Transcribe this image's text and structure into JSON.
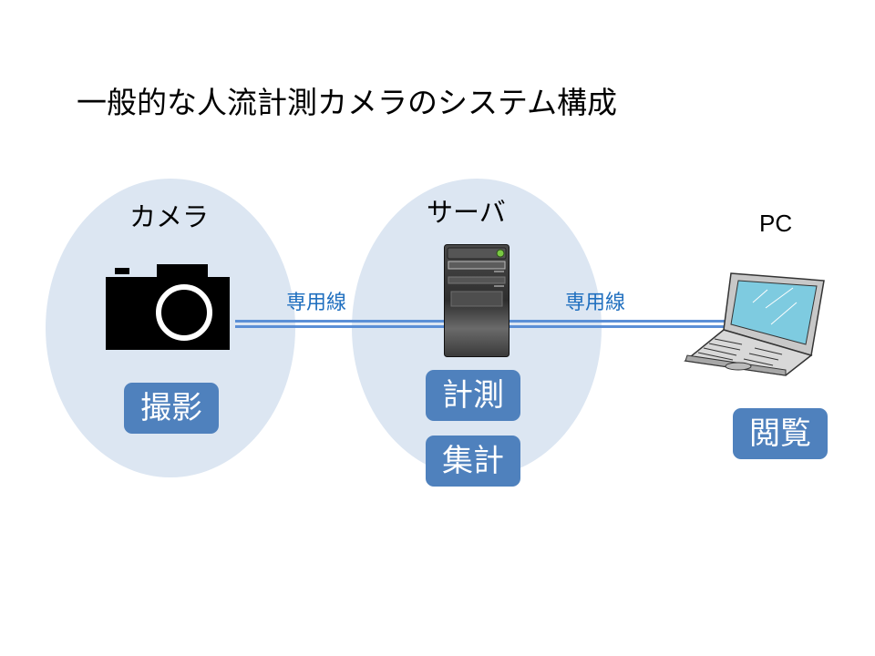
{
  "title": "一般的な人流計測カメラのシステム構成",
  "nodes": {
    "camera": {
      "label": "カメラ",
      "functions": [
        "撮影"
      ],
      "icon": "camera-icon"
    },
    "server": {
      "label": "サーバ",
      "functions": [
        "計測",
        "集計"
      ],
      "icon": "server-tower-icon"
    },
    "pc": {
      "label": "PC",
      "functions": [
        "閲覧"
      ],
      "icon": "laptop-icon"
    }
  },
  "links": [
    {
      "from": "camera",
      "to": "server",
      "label": "専用線"
    },
    {
      "from": "server",
      "to": "pc",
      "label": "専用線"
    }
  ],
  "colors": {
    "group_fill": "#dce6f2",
    "badge_fill": "#4f81bd",
    "link_line": "#5b8fd6",
    "link_text": "#1f6fbf"
  }
}
